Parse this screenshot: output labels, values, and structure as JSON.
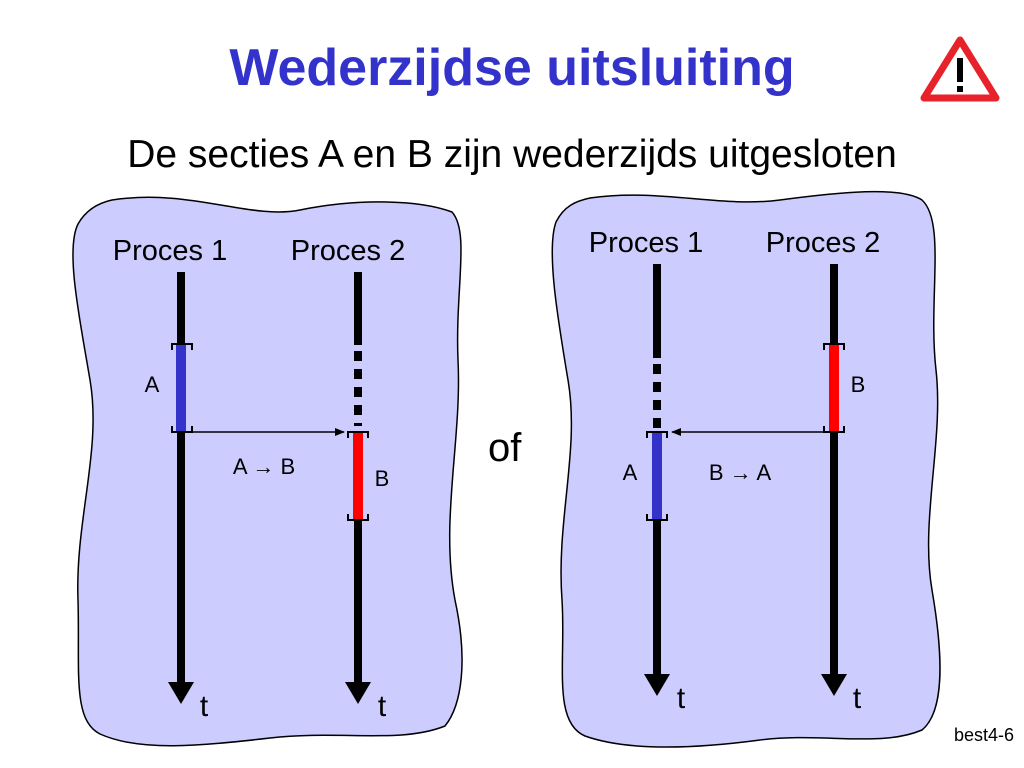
{
  "slide": {
    "title": "Wederzijdse uitsluiting",
    "subtitle": "De secties A en B zijn wederzijds uitgesloten",
    "separator": "of",
    "footer": "best4-6",
    "warning_icon": "warning-triangle-icon"
  },
  "colors": {
    "title": "#3333cc",
    "panel_fill": "#ccccff",
    "section_a": "#3333cc",
    "section_b": "#ff0000",
    "timeline": "#000000",
    "warning_border": "#e8222a"
  },
  "left": {
    "process1": "Proces 1",
    "process2": "Proces 2",
    "section_a": "A",
    "section_b": "B",
    "order": "A → B",
    "time1": "t",
    "time2": "t"
  },
  "right": {
    "process1": "Proces 1",
    "process2": "Proces 2",
    "section_a": "A",
    "section_b": "B",
    "order": "B → A",
    "time1": "t",
    "time2": "t"
  }
}
